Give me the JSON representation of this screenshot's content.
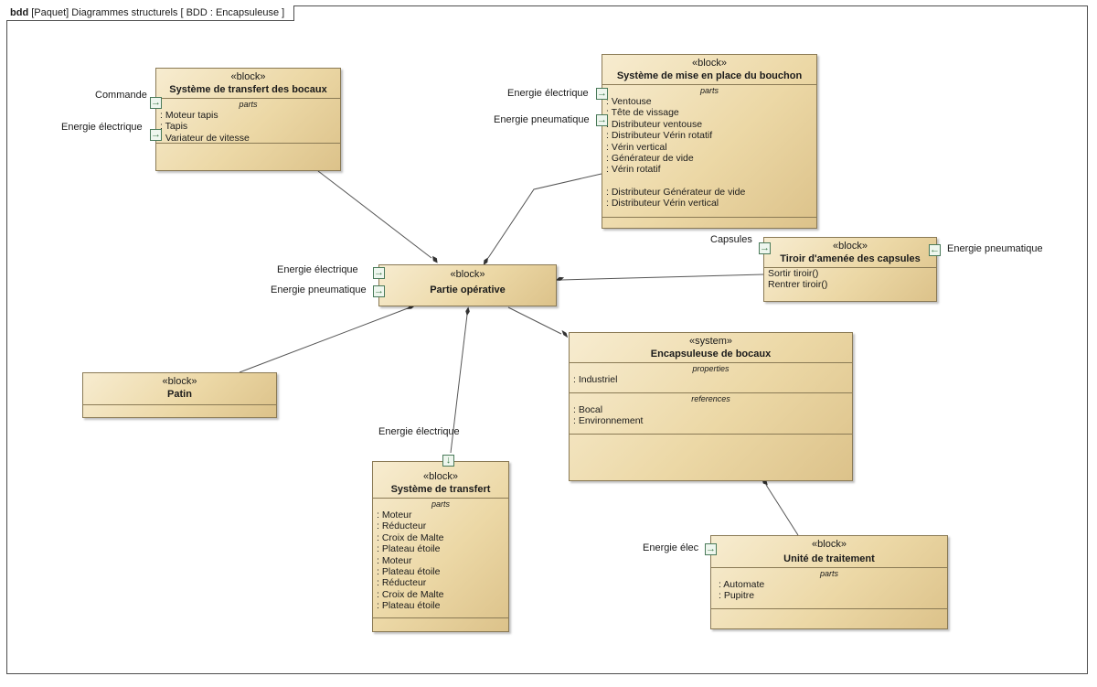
{
  "frame": {
    "kind": "bdd",
    "title": "[Paquet] Diagrammes structurels [ BDD : Encapsuleuse ]"
  },
  "colors": {
    "block_fill": "#ecd8a6",
    "block_border": "#8a7a55",
    "port_border": "#4a7a5a",
    "line": "#555555"
  },
  "icons": {
    "port_in": "arrow-right",
    "port_out": "arrow-left",
    "port_down": "arrow-down"
  },
  "blocks": {
    "transfert_bocaux": {
      "stereotype": "«block»",
      "name": "Système de transfert des bocaux",
      "parts_title": "parts",
      "parts": [
        ": Moteur tapis",
        ": Tapis",
        ": Variateur de vitesse"
      ],
      "ports": [
        "Commande",
        "Energie électrique"
      ]
    },
    "bouchon": {
      "stereotype": "«block»",
      "name": "Système de mise en place du bouchon",
      "parts_title": "parts",
      "parts": [
        ": Ventouse",
        ": Tête de vissage",
        ": Distributeur ventouse",
        ": Distributeur Vérin rotatif",
        ": Vérin vertical",
        ": Générateur de vide",
        ": Vérin rotatif"
      ],
      "parts_extra": [
        ": Distributeur Générateur de vide",
        ": Distributeur Vérin vertical"
      ],
      "ports": [
        "Energie électrique",
        "Energie pneumatique"
      ]
    },
    "tiroir": {
      "stereotype": "«block»",
      "name": "Tiroir d'amenée des capsules",
      "operations": [
        "Sortir tiroir()",
        "Rentrer tiroir()"
      ],
      "ports": [
        "Capsules",
        "Energie pneumatique"
      ]
    },
    "partie_operative": {
      "stereotype": "«block»",
      "name": "Partie opérative",
      "ports": [
        "Energie électrique",
        "Energie pneumatique"
      ]
    },
    "encapsuleuse": {
      "stereotype": "«system»",
      "name": "Encapsuleuse de bocaux",
      "properties_title": "properties",
      "properties": [
        ": Industriel"
      ],
      "references_title": "references",
      "references": [
        ": Bocal",
        ": Environnement"
      ]
    },
    "patin": {
      "stereotype": "«block»",
      "name": "Patin"
    },
    "transfert": {
      "stereotype": "«block»",
      "name": "Système de transfert",
      "parts_title": "parts",
      "parts": [
        ": Moteur",
        ": Réducteur",
        ": Croix de Malte",
        ": Plateau étoile",
        ": Moteur",
        ": Plateau étoile",
        ": Réducteur",
        ": Croix de Malte",
        ": Plateau étoile"
      ],
      "ports": [
        "Energie électrique"
      ]
    },
    "unite_traitement": {
      "stereotype": "«block»",
      "name": "Unité de traitement",
      "parts_title": "parts",
      "parts": [
        ": Automate",
        ": Pupitre"
      ],
      "ports": [
        "Energie élec"
      ]
    }
  },
  "relations": [
    {
      "from": "transfert_bocaux",
      "to": "partie_operative",
      "type": "composition"
    },
    {
      "from": "bouchon",
      "to": "partie_operative",
      "type": "composition"
    },
    {
      "from": "tiroir",
      "to": "partie_operative",
      "type": "composition"
    },
    {
      "from": "patin",
      "to": "partie_operative",
      "type": "composition"
    },
    {
      "from": "transfert",
      "to": "partie_operative",
      "type": "composition"
    },
    {
      "from": "partie_operative",
      "to": "encapsuleuse",
      "type": "composition"
    },
    {
      "from": "unite_traitement",
      "to": "encapsuleuse",
      "type": "composition"
    }
  ]
}
